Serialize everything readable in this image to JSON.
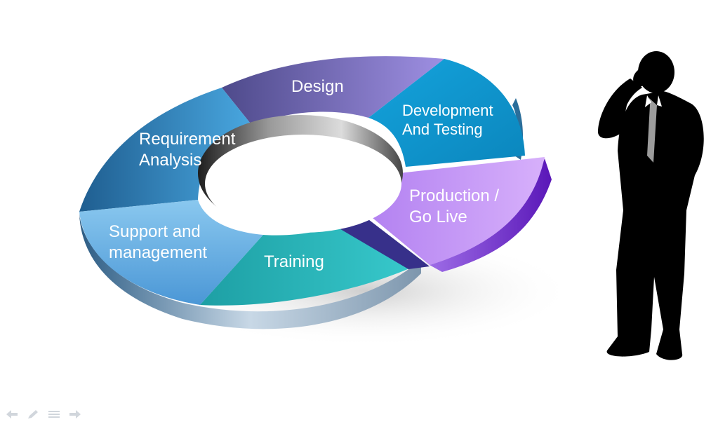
{
  "diagram": {
    "segments": [
      {
        "id": "design",
        "label_lines": [
          "Design"
        ],
        "color": "#7b74c4"
      },
      {
        "id": "development",
        "label_lines": [
          "Development",
          "And Testing"
        ],
        "color": "#1a9fd6"
      },
      {
        "id": "production",
        "label_lines": [
          "Production /",
          "Go Live"
        ],
        "color": "#c38ff1"
      },
      {
        "id": "training",
        "label_lines": [
          "Training"
        ],
        "color": "#25b8bd"
      },
      {
        "id": "support",
        "label_lines": [
          "Support and",
          "management"
        ],
        "color": "#5aa9df"
      },
      {
        "id": "requirement",
        "label_lines": [
          "Requirement",
          "Analysis"
        ],
        "color": "#2f86c3"
      }
    ]
  },
  "icons": {
    "figure": "businessman-silhouette-icon",
    "nav": [
      "arrow-left-icon",
      "pen-icon",
      "menu-icon",
      "arrow-right-icon"
    ]
  }
}
